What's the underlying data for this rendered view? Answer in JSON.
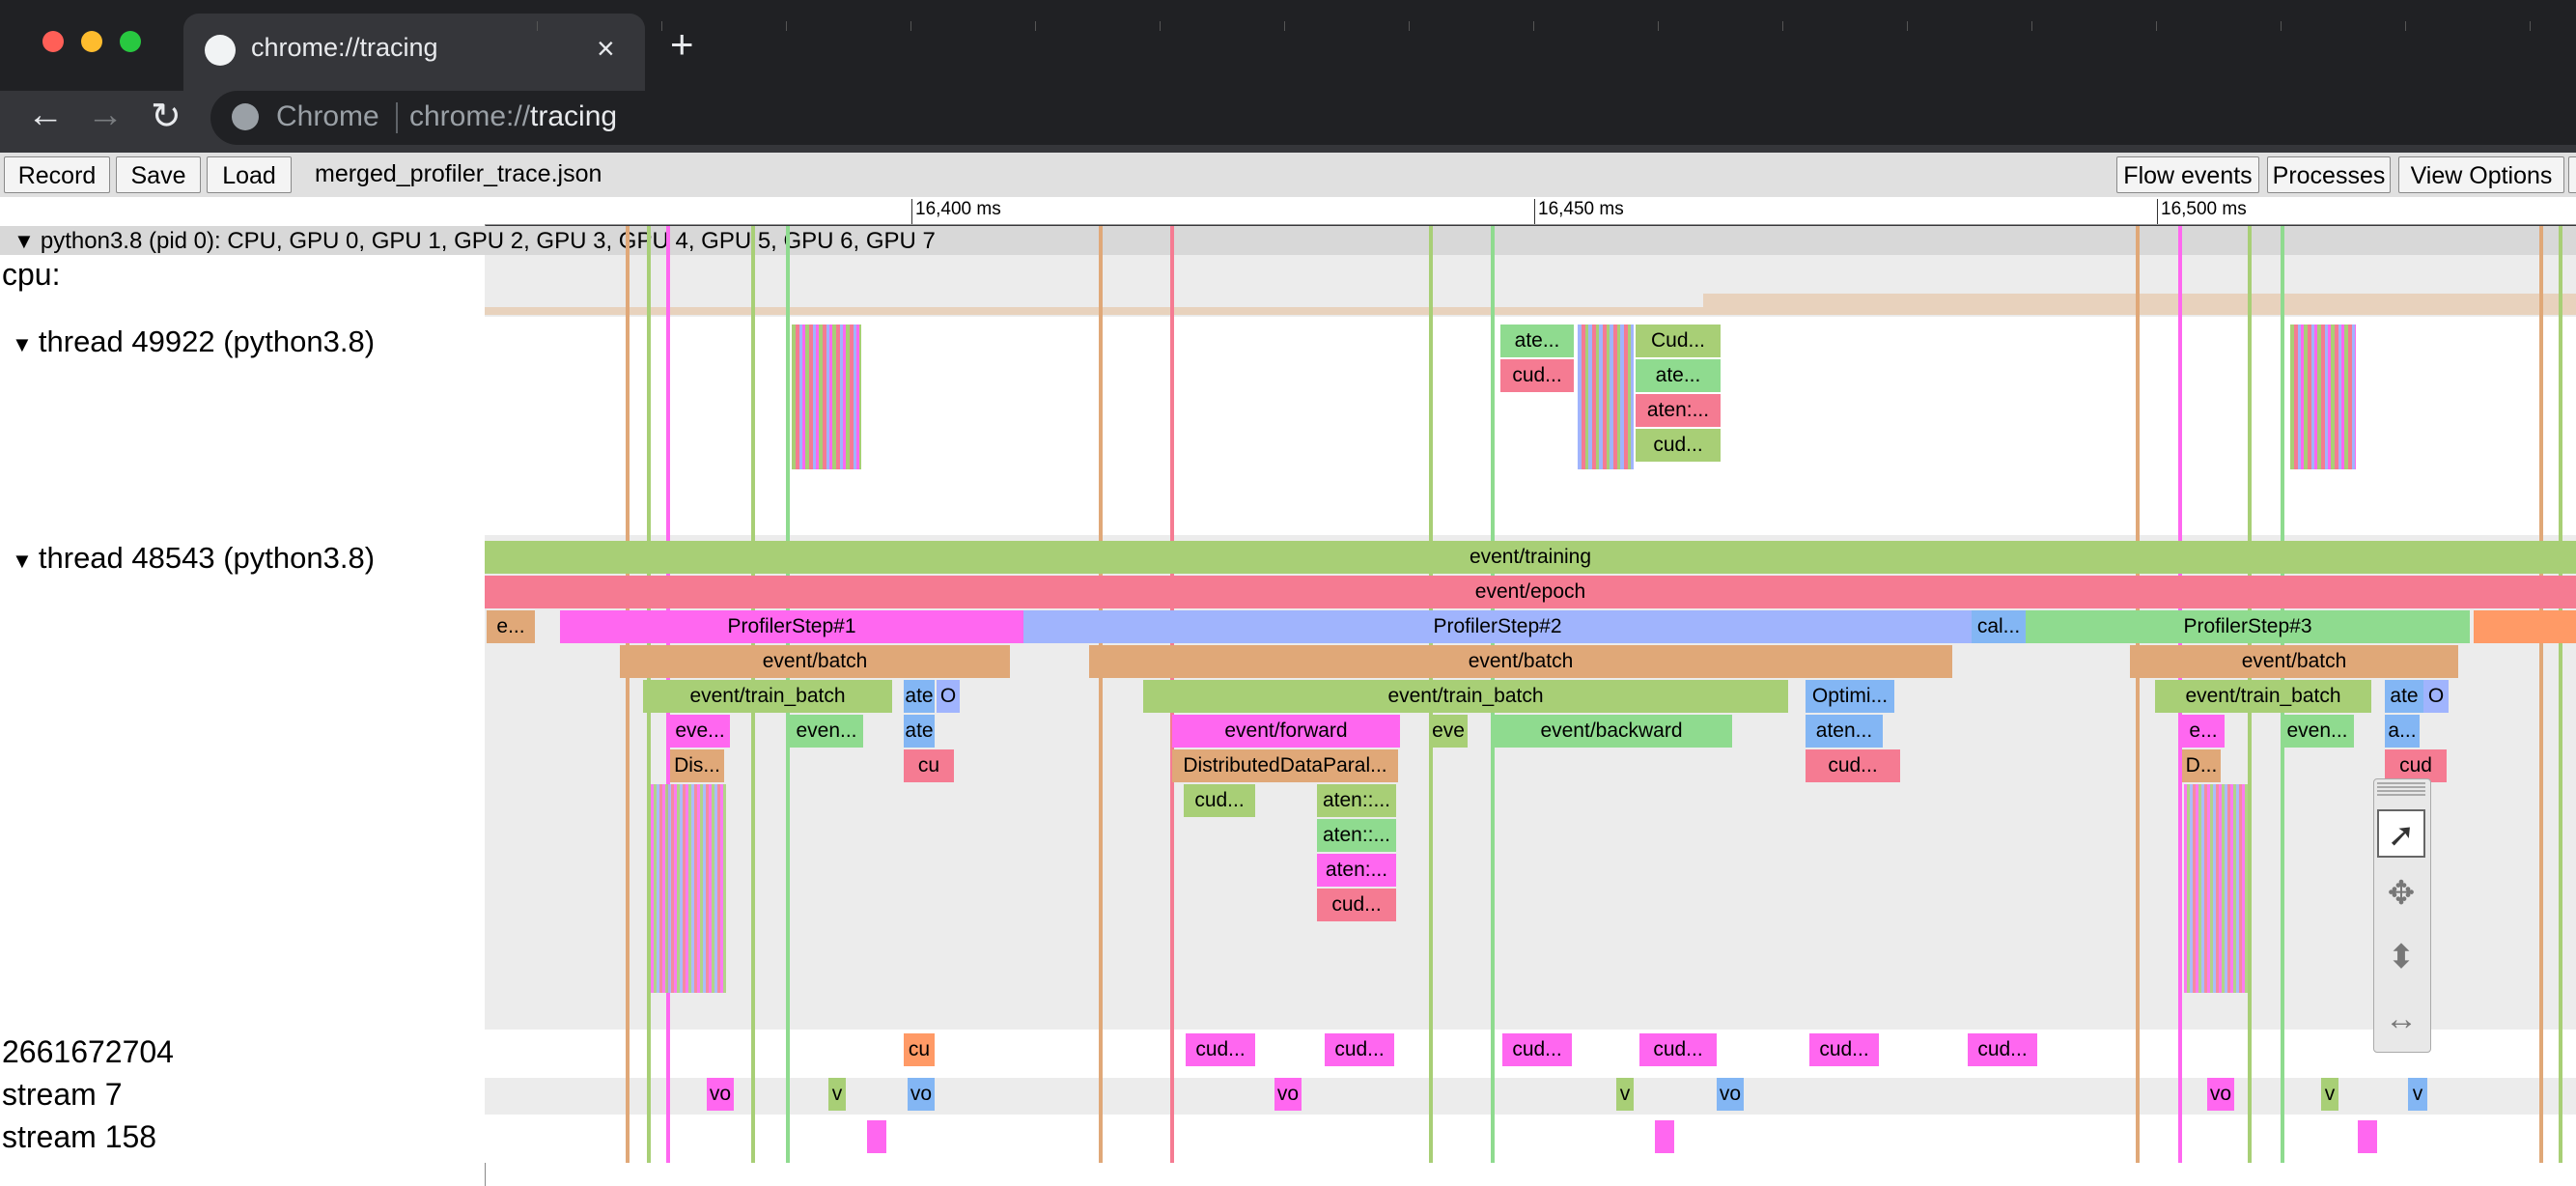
{
  "tab": {
    "title": "chrome://tracing",
    "close_icon": "×",
    "new_tab_icon": "+"
  },
  "nav": {
    "back_icon": "←",
    "forward_icon": "→",
    "reload_icon": "↻"
  },
  "omnibox": {
    "label": "Chrome",
    "url_prefix": "chrome://",
    "url_host": "tracing"
  },
  "tracing_toolbar": {
    "record": "Record",
    "save": "Save",
    "load": "Load",
    "filename": "merged_profiler_trace.json",
    "flow_events": "Flow events",
    "processes": "Processes",
    "view_options": "View Options"
  },
  "ruler": {
    "labels": [
      "16,400 ms",
      "16,450 ms",
      "16,500 ms"
    ]
  },
  "process": {
    "label": "python3.8 (pid 0): CPU, GPU 0, GPU 1, GPU 2, GPU 3, GPU 4, GPU 5, GPU 6, GPU 7"
  },
  "rows": {
    "cpu": "cpu:",
    "thread1": "thread 49922 (python3.8)",
    "thread2": "thread 48543 (python3.8)",
    "r2661": "2661672704",
    "stream7": "stream 7",
    "stream158": "stream 158"
  },
  "slices": {
    "t1": [
      "ate...",
      "Cud...",
      "cud...",
      "ate...",
      "aten:...",
      "cud..."
    ],
    "t2_top": [
      "event/training",
      "event/epoch"
    ],
    "t2_steps": [
      "e...",
      "ProfilerStep#1",
      "ProfilerStep#2",
      "cal...",
      "ProfilerStep#3"
    ],
    "t2_batch": [
      "event/batch",
      "event/batch",
      "event/batch"
    ],
    "t2_train": [
      "event/train_batch",
      "ate",
      "O",
      "event/train_batch",
      "Optimi...",
      "event/train_batch",
      "ate",
      "O"
    ],
    "t2_l6": [
      "eve...",
      "even...",
      "ate",
      "event/forward",
      "eve",
      "event/backward",
      "aten...",
      "e...",
      "even...",
      "a..."
    ],
    "t2_l7": [
      "Dis...",
      "cu",
      "DistributedDataParal...",
      "cud...",
      "D...",
      "cud"
    ],
    "t2_l8": [
      "cud...",
      "aten::...",
      "aten::...",
      "aten:...",
      "cud..."
    ],
    "r2661": [
      "cu",
      "cud...",
      "cud...",
      "cud...",
      "cud...",
      "cud...",
      "cud..."
    ],
    "stream7": [
      "vo",
      "v",
      "vo",
      "vo",
      "v",
      "vo",
      "vo",
      "v",
      "v"
    ]
  },
  "colors": {
    "green": "#a8cf76",
    "pink": "#f57b92",
    "magenta": "#ff67f0",
    "blue": "#a0b4fd",
    "tan": "#e0a878",
    "mint": "#8fdb8f",
    "orange": "#ff9a66",
    "lightblue": "#83b6f4"
  }
}
